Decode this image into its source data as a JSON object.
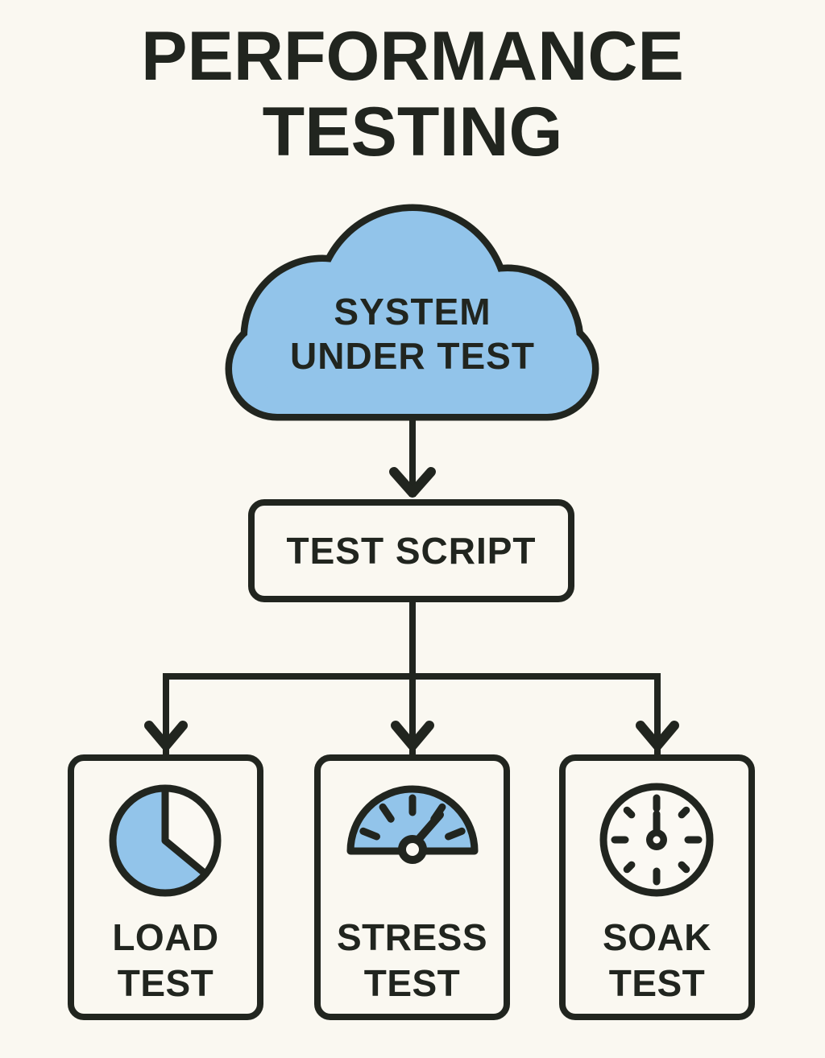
{
  "header": {
    "line1": "PERFORMANCE",
    "line2": "TESTING"
  },
  "cloud": {
    "line1": "SYSTEM",
    "line2": "UNDER TEST",
    "icon": "cloud-shape"
  },
  "test_script": {
    "label": "TEST SCRIPT"
  },
  "branches": [
    {
      "line1": "LOAD",
      "line2": "TEST",
      "icon": "pie-chart-icon"
    },
    {
      "line1": "STRESS",
      "line2": "TEST",
      "icon": "gauge-icon"
    },
    {
      "line1": "SOAK",
      "line2": "TEST",
      "icon": "clock-icon"
    }
  ],
  "connectors": {
    "cloud_to_script": "arrow-down",
    "script_to_branches": "three-way-split-arrows"
  },
  "colors": {
    "background": "#faf8f1",
    "ink": "#21251f",
    "accent_blue": "#92c4ea"
  }
}
